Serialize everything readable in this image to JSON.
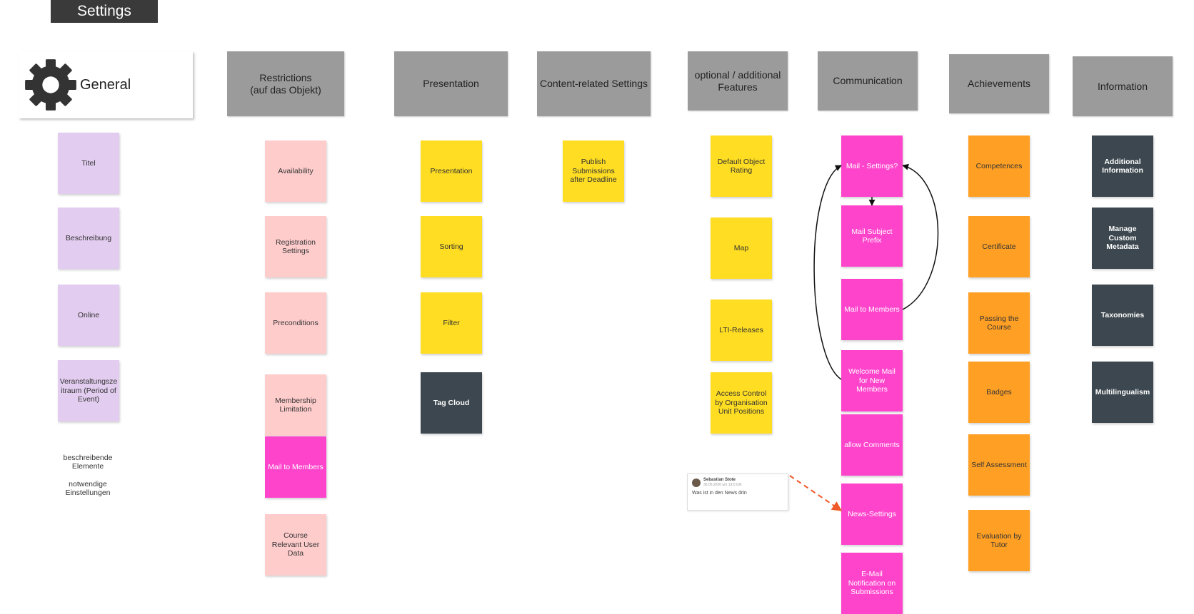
{
  "title": "Settings",
  "general": {
    "label": "General",
    "icon": "gear-icon"
  },
  "headers": {
    "restrictions": "Restrictions\n(auf das Objekt)",
    "presentation": "Presentation",
    "content": "Content-related Settings",
    "optional": "optional / additional Features",
    "communication": "Communication",
    "achievements": "Achievements",
    "information": "Information"
  },
  "notes": {
    "general": [
      "Titel",
      "Beschreibung",
      "Online",
      "Veranstaltungsze itraum (Period of Event)"
    ],
    "restrictions": [
      "Availability",
      "Registration Settings",
      "Preconditions",
      "Membership Limitation",
      "Mail to Members",
      "Course Relevant User Data"
    ],
    "presentation": [
      "Presentation",
      "Sorting",
      "Filter",
      "Tag Cloud"
    ],
    "content": [
      "Publish Submissions after Deadline"
    ],
    "optional": [
      "Default Object Rating",
      "Map",
      "LTI-Releases",
      "Access Control by Organisation Unit Positions"
    ],
    "communication": [
      "Mail - Settings?",
      "Mail Subject Prefix",
      "Mail to Members",
      "Welcome Mail for New Members",
      "allow Comments",
      "News-Settings",
      "E-Mail Notification on Submissions"
    ],
    "achievements": [
      "Competences",
      "Certificate",
      "Passing the Course",
      "Badges",
      "Self Assessment",
      "Evaluation by Tutor"
    ],
    "information": [
      "Additional Information",
      "Manage Custom Metadata",
      "Taxonomies",
      "Multilingualism"
    ]
  },
  "legend": [
    "beschreibende Elemente",
    "notwendige Einstellungen"
  ],
  "comment": {
    "author": "Sebastian Stote",
    "date": "30.05.2020 um 13:0 Uhr",
    "text": "Was ist in den News drin"
  },
  "colors": {
    "lilac": "#e2ccef",
    "rose": "#ffcccc",
    "yellow": "#ffdd22",
    "pink": "#ff44cc",
    "orange": "#ffa024",
    "dark": "#3c474f",
    "header": "#9b9b9b",
    "comment_arrow": "#f05a28"
  }
}
